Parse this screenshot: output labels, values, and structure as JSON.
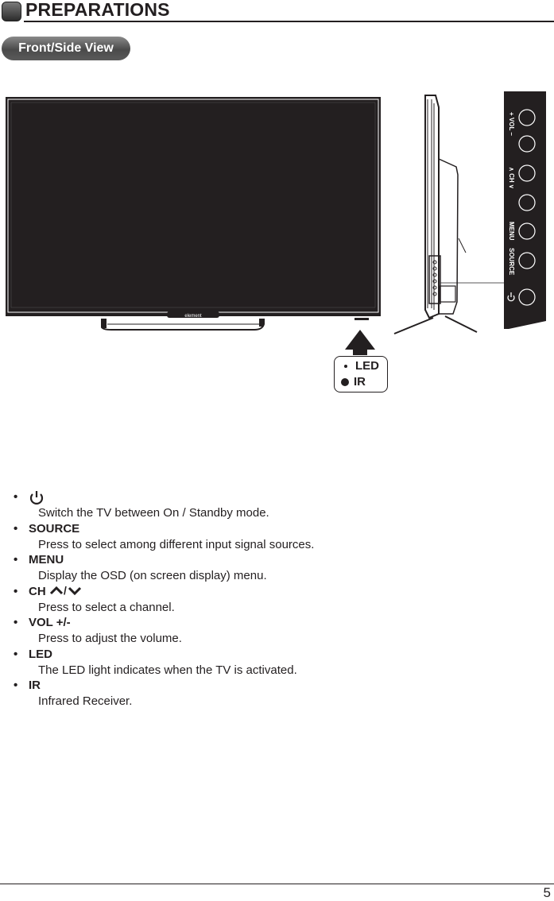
{
  "header": {
    "title": "PREPARATIONS"
  },
  "section": {
    "label": "Front/Side View"
  },
  "tv": {
    "brand": "element",
    "side_panel_labels": [
      "+ VOL –",
      "∧ CH ∨",
      "MENU",
      "SOURCE"
    ]
  },
  "callout": {
    "led": "LED",
    "ir": "IR"
  },
  "buttons": [
    {
      "name": "",
      "icon": "power-icon",
      "description": "Switch the TV between On / Standby mode."
    },
    {
      "name": "SOURCE",
      "description": "Press to select among different input signal sources."
    },
    {
      "name": "MENU",
      "description": "Display the OSD (on screen display) menu."
    },
    {
      "name": "CH",
      "icon": "chevron-up-down-icon",
      "description": "Press to select a channel."
    },
    {
      "name": "VOL +/-",
      "description": "Press to adjust the volume."
    },
    {
      "name": "LED",
      "description": "The LED light indicates when the TV is activated."
    },
    {
      "name": "IR",
      "description": "Infrared Receiver."
    }
  ],
  "page": {
    "number": "5"
  }
}
